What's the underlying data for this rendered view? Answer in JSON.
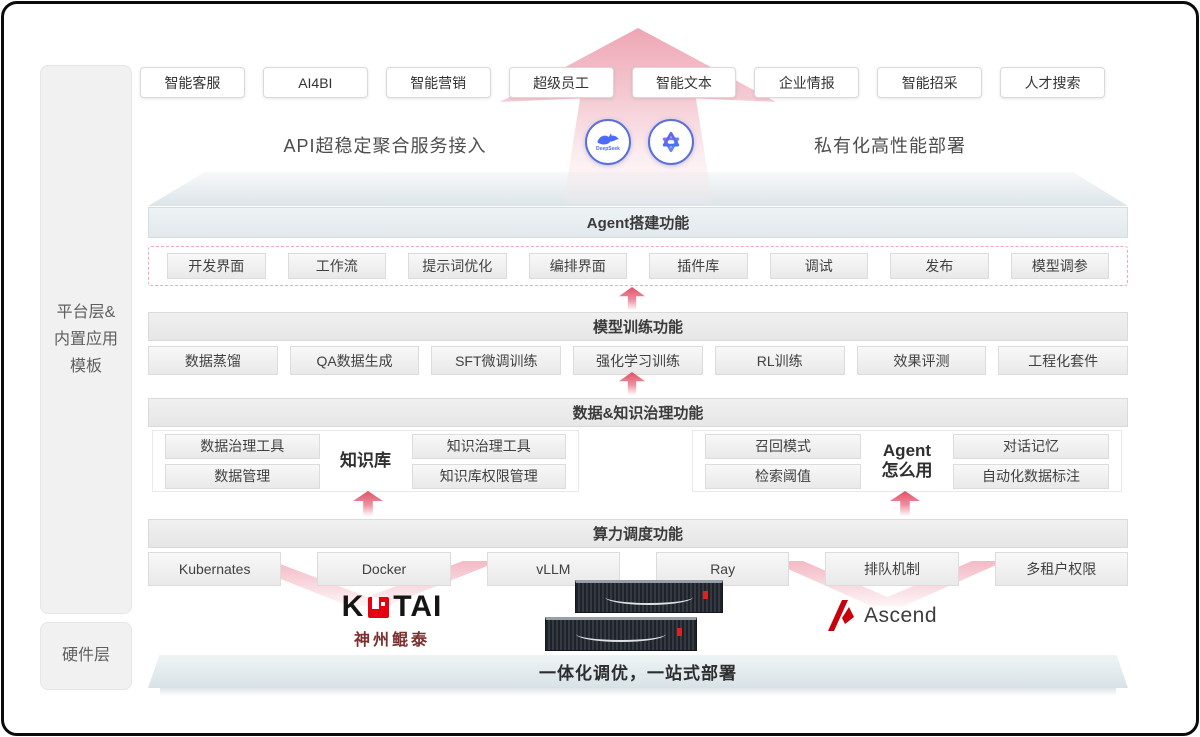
{
  "apps": [
    "智能客服",
    "AI4BI",
    "智能营销",
    "超级员工",
    "智能文本",
    "企业情报",
    "智能招采",
    "人才搜索"
  ],
  "access": {
    "api_label": "API超稳定聚合服务接入",
    "private_label": "私有化高性能部署",
    "deepseek_label": "DeepSeek"
  },
  "sidebar": {
    "platform_line1": "平台层&",
    "platform_line2": "内置应用",
    "platform_line3": "模板",
    "hardware_label": "硬件层"
  },
  "agent_section": {
    "title": "Agent搭建功能",
    "items": [
      "开发界面",
      "工作流",
      "提示词优化",
      "编排界面",
      "插件库",
      "调试",
      "发布",
      "模型调参"
    ]
  },
  "training_section": {
    "title": "模型训练功能",
    "items": [
      "数据蒸馏",
      "QA数据生成",
      "SFT微调训练",
      "强化学习训练",
      "RL训练",
      "效果评测",
      "工程化套件"
    ]
  },
  "data_section": {
    "title": "数据&知识治理功能",
    "knowledge": {
      "center": "知识库",
      "items_left": [
        "数据治理工具",
        "数据管理"
      ],
      "items_right": [
        "知识治理工具",
        "知识库权限管理"
      ]
    },
    "agent_usage": {
      "center_line1": "Agent",
      "center_line2": "怎么用",
      "items_left": [
        "召回模式",
        "检索阈值"
      ],
      "items_right": [
        "对话记忆",
        "自动化数据标注"
      ]
    }
  },
  "compute_section": {
    "title": "算力调度功能",
    "items": [
      "Kubernates",
      "Docker",
      "vLLM",
      "Ray",
      "排队机制",
      "多租户权限"
    ]
  },
  "hardware": {
    "kuntai_k": "K",
    "kuntai_tai": "TAI",
    "kuntai_sub": "神州鲲泰",
    "ascend_label": "Ascend",
    "banner": "一体化调优，一站式部署"
  },
  "colors": {
    "accent_pink": "#e04f66",
    "bar_gray": "#ebebeb",
    "deepseek_blue": "#4d6bfe",
    "kuntai_red": "#e60012",
    "ascend_red": "#c7000b"
  }
}
